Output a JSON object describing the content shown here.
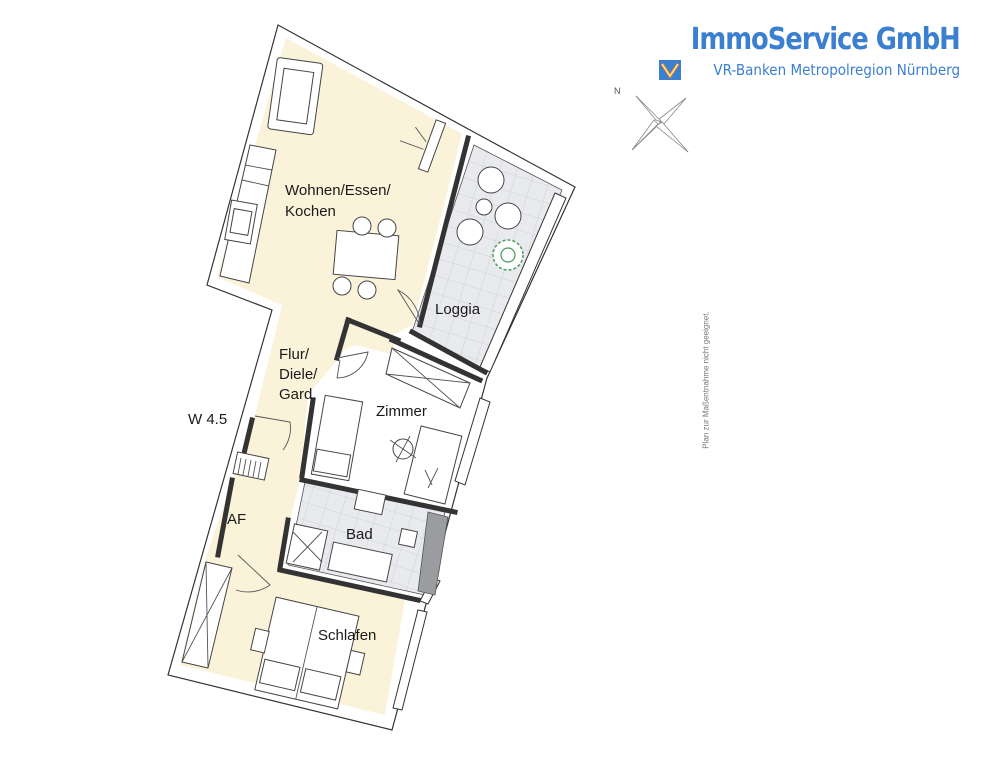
{
  "logo": {
    "title": "ImmoService GmbH",
    "subtitle": "VR-Banken Metropolregion Nürnberg",
    "accent_color": "#3a7fd0"
  },
  "compass": {
    "north_label": "N"
  },
  "note": "Plan zur Maßentnahme nicht geeignet.",
  "unit_label": "W 4.5",
  "rooms": {
    "wohnen_line1": "Wohnen/Essen/",
    "wohnen_line2": "Kochen",
    "loggia": "Loggia",
    "flur_line1": "Flur/",
    "flur_line2": "Diele/",
    "flur_line3": "Gard.",
    "zimmer": "Zimmer",
    "af": "AF",
    "bad": "Bad",
    "schlafen": "Schlafen"
  },
  "colors": {
    "floor": "#fbf2da",
    "tile": "#e9eaee",
    "wall": "#333333"
  }
}
